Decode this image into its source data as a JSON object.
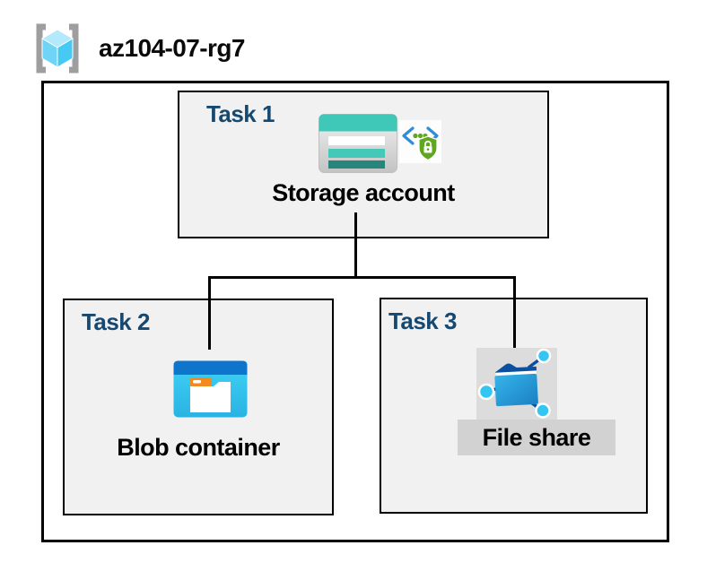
{
  "header": {
    "title": "az104-07-rg7"
  },
  "diagram": {
    "task1": {
      "label": "Task 1",
      "item": "Storage account"
    },
    "task2": {
      "label": "Task 2",
      "item": "Blob container"
    },
    "task3": {
      "label": "Task 3",
      "item": "File share"
    }
  },
  "icons": {
    "resource_group": "azure-resource-group-icon",
    "storage_account": "storage-account-icon",
    "api_security": "api-shield-lock-icon",
    "blob_container": "blob-container-icon",
    "file_share": "file-share-icon"
  },
  "colors": {
    "task_label": "#17486F",
    "box_fill": "#F1F1F1",
    "border": "#000000",
    "storage_teal": "#3FC8B7",
    "storage_teal_dark": "#26867B",
    "blob_header_blue": "#0F74CC",
    "blob_body_cyan": "#38CDF4",
    "folder_tab_orange": "#F28A1E",
    "shield_green": "#5EA71F",
    "bracket_blue": "#2E8DD8",
    "file_share_navy": "#0B4F9E",
    "node_cyan": "#33C6F3",
    "icon_gray_bg": "#D2D2D2",
    "cube_cyan": "#46C9F2"
  }
}
